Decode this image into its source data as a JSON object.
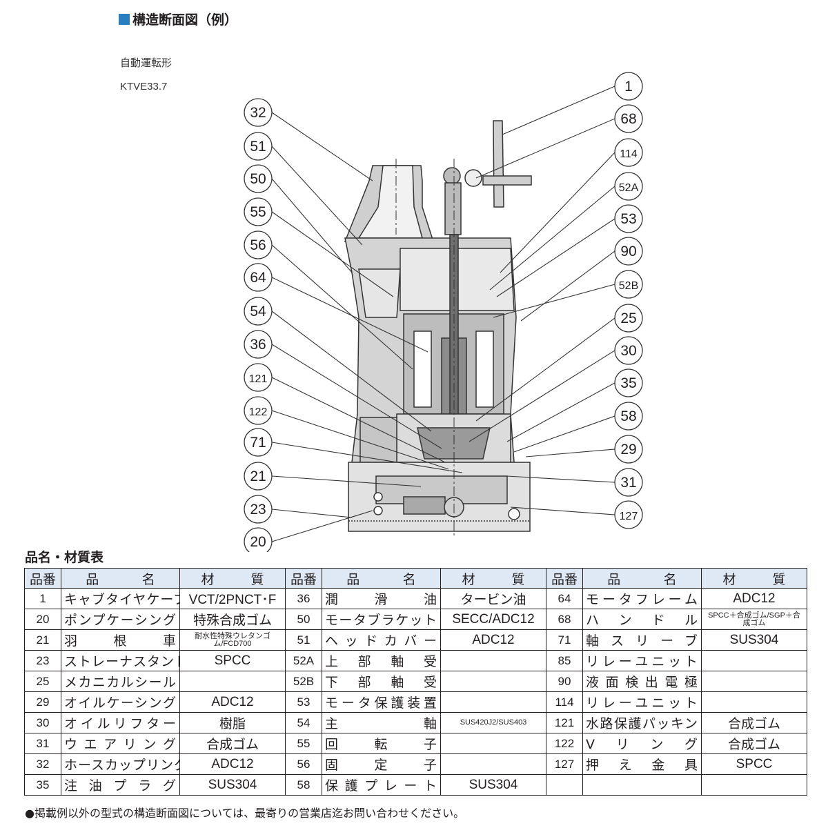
{
  "section_title": "構造断面図（例）",
  "subtitle1": "自動運転形",
  "subtitle2": "KTVE33.7",
  "callouts_left": [
    "32",
    "51",
    "50",
    "55",
    "56",
    "64",
    "54",
    "36",
    "121",
    "122",
    "71",
    "21",
    "23",
    "20"
  ],
  "callouts_right": [
    "1",
    "68",
    "114",
    "52A",
    "53",
    "90",
    "52B",
    "25",
    "30",
    "35",
    "58",
    "29",
    "31",
    "127"
  ],
  "table_title": "品名・材質表",
  "headers": {
    "no": "品番",
    "name": [
      "品",
      "名"
    ],
    "material": [
      "材",
      "質"
    ]
  },
  "rows": [
    [
      {
        "no": "1",
        "name": "キャブタイヤケーブル",
        "mat": "VCT/2PNCT･F"
      },
      {
        "no": "36",
        "name": "潤滑油",
        "mat": "タービン油"
      },
      {
        "no": "64",
        "name": "モータフレーム",
        "mat": "ADC12"
      }
    ],
    [
      {
        "no": "20",
        "name": "ポンプケーシング",
        "mat": "特殊合成ゴム"
      },
      {
        "no": "50",
        "name": "モータブラケット",
        "mat": "SECC/ADC12"
      },
      {
        "no": "68",
        "name": "ハンドル",
        "mat": "SPCC＋合成ゴム/SGP＋合成ゴム"
      }
    ],
    [
      {
        "no": "21",
        "name": "羽根車",
        "mat": "耐水性特殊ウレタンゴム/FCD700"
      },
      {
        "no": "51",
        "name": "ヘッドカバー",
        "mat": "ADC12"
      },
      {
        "no": "71",
        "name": "軸スリーブ",
        "mat": "SUS304"
      }
    ],
    [
      {
        "no": "23",
        "name": "ストレーナスタンド",
        "mat": "SPCC"
      },
      {
        "no": "52A",
        "name": "上部軸受",
        "mat": ""
      },
      {
        "no": "85",
        "name": "リレーユニット",
        "mat": ""
      }
    ],
    [
      {
        "no": "25",
        "name": "メカニカルシール",
        "mat": ""
      },
      {
        "no": "52B",
        "name": "下部軸受",
        "mat": ""
      },
      {
        "no": "90",
        "name": "液面検出電極",
        "mat": ""
      }
    ],
    [
      {
        "no": "29",
        "name": "オイルケーシング",
        "mat": "ADC12"
      },
      {
        "no": "53",
        "name": "モータ保護装置",
        "mat": ""
      },
      {
        "no": "114",
        "name": "リレーユニット",
        "mat": ""
      }
    ],
    [
      {
        "no": "30",
        "name": "オイルリフター",
        "mat": "樹脂"
      },
      {
        "no": "54",
        "name": "主軸",
        "mat": "SUS420J2/SUS403"
      },
      {
        "no": "121",
        "name": "水路保護パッキン",
        "mat": "合成ゴム"
      }
    ],
    [
      {
        "no": "31",
        "name": "ウエアリング",
        "mat": "合成ゴム"
      },
      {
        "no": "55",
        "name": "回転子",
        "mat": ""
      },
      {
        "no": "122",
        "name": "Vリング",
        "mat": "合成ゴム"
      }
    ],
    [
      {
        "no": "32",
        "name": "ホースカップリング",
        "mat": "ADC12"
      },
      {
        "no": "56",
        "name": "固定子",
        "mat": ""
      },
      {
        "no": "127",
        "name": "押え金具",
        "mat": "SPCC"
      }
    ],
    [
      {
        "no": "35",
        "name": "注油プラグ",
        "mat": "SUS304"
      },
      {
        "no": "58",
        "name": "保護プレート",
        "mat": "SUS304"
      },
      {
        "no": "",
        "name": "",
        "mat": ""
      }
    ]
  ],
  "footnote": "●掲載例以外の型式の構造断面図については、最寄りの営業店迄お問い合わせください。"
}
